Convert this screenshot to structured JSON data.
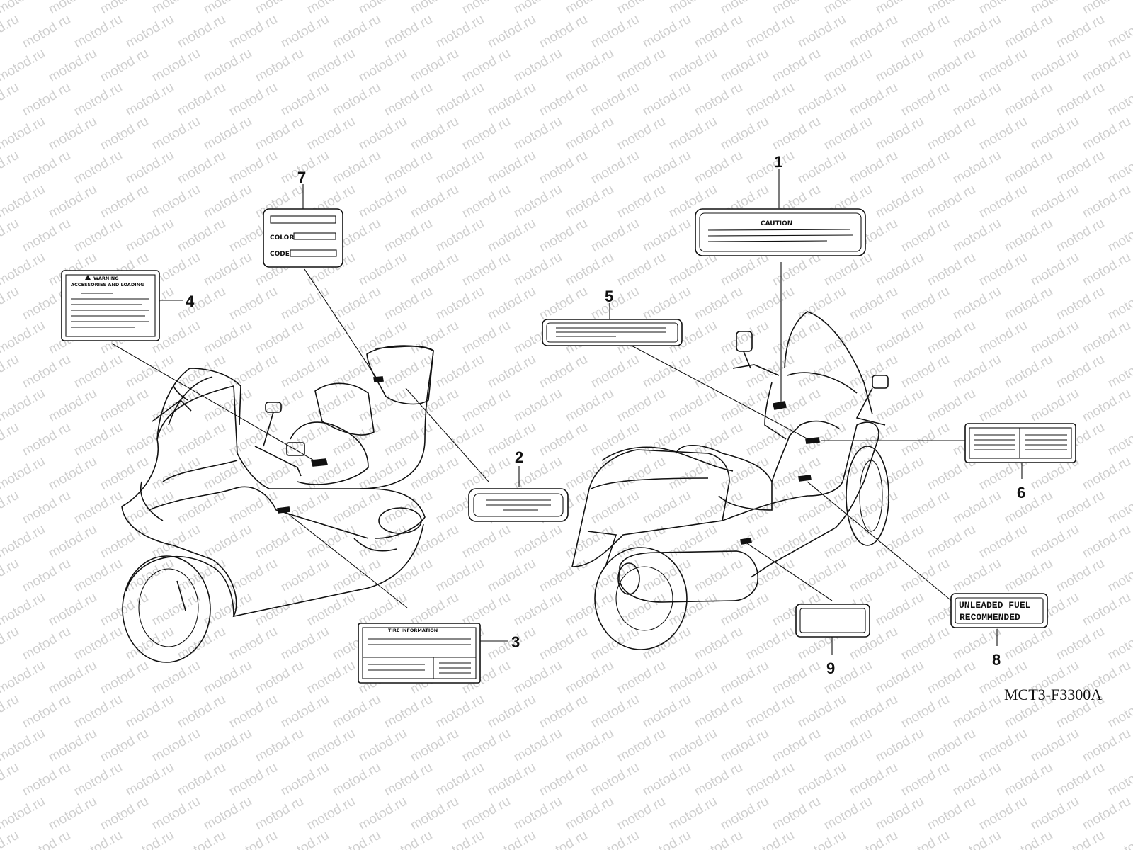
{
  "watermark": "motod.ru",
  "drawing_code": "MCT3-F3300A",
  "callouts": [
    {
      "id": "1",
      "label_text": "CAUTION"
    },
    {
      "id": "2",
      "label_text": ""
    },
    {
      "id": "3",
      "label_text": "TIRE  INFORMATION"
    },
    {
      "id": "4",
      "label_text": "WARNING",
      "label_text2": "ACCESSORIES AND LOADING"
    },
    {
      "id": "5",
      "label_text": ""
    },
    {
      "id": "6",
      "label_text": ""
    },
    {
      "id": "7",
      "label_text": "COLOR",
      "label_text2": "CODE"
    },
    {
      "id": "8",
      "label_text": "UNLEADED FUEL",
      "label_text2": "RECOMMENDED"
    },
    {
      "id": "9",
      "label_text": ""
    }
  ],
  "icons": [
    "warning-triangle-icon",
    "left-scooter-icon",
    "right-scooter-icon"
  ]
}
